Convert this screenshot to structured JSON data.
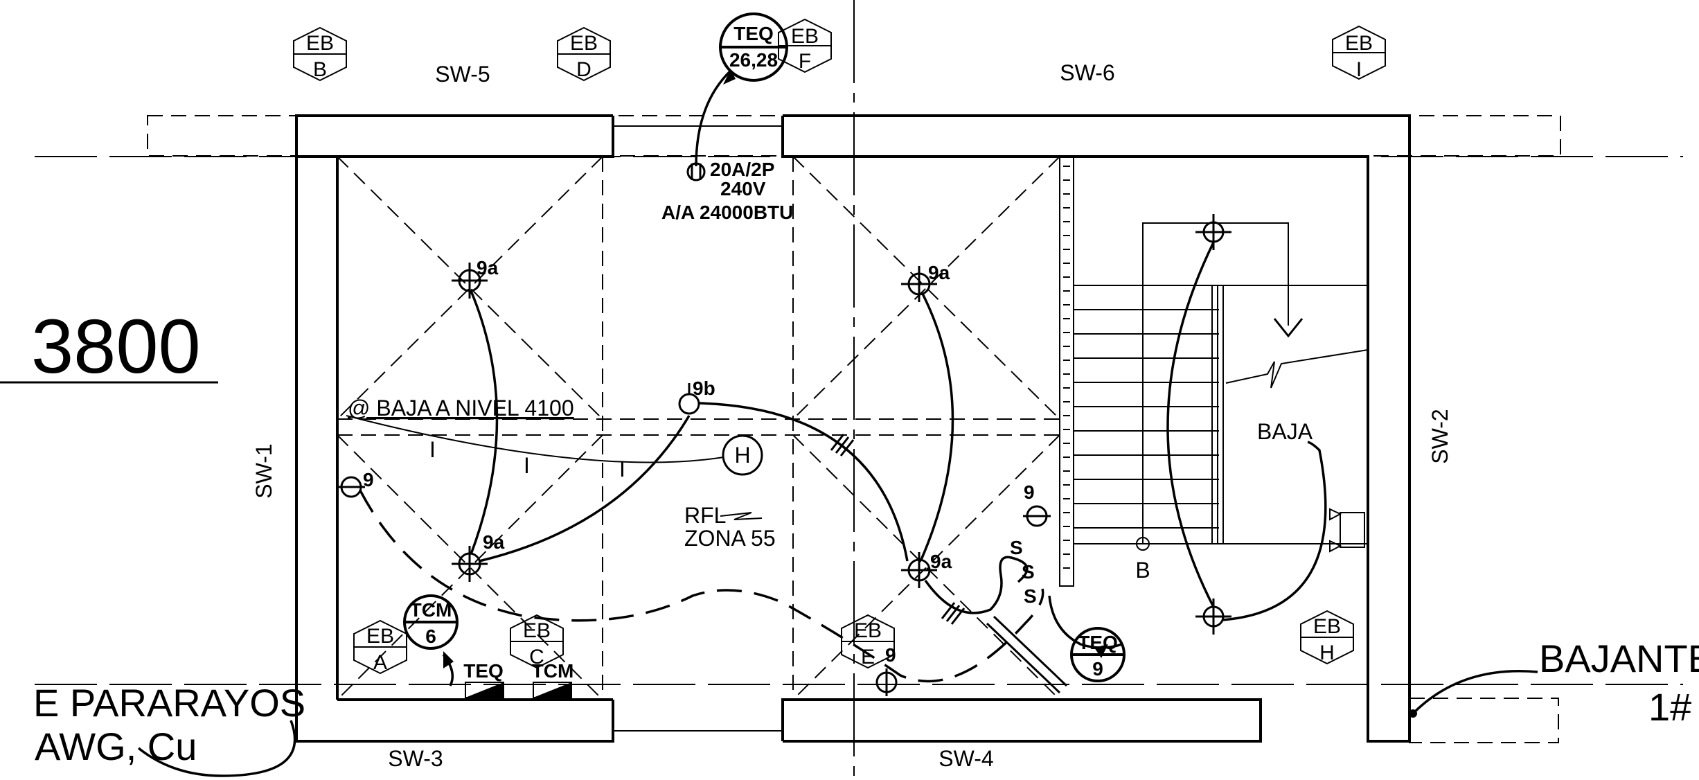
{
  "dimension": "3800",
  "sheer_walls": {
    "sw5": "SW-5",
    "sw6": "SW-6",
    "sw1": "SW-1",
    "sw2": "SW-2",
    "sw3": "SW-3",
    "sw4": "SW-4"
  },
  "eb_tags": [
    {
      "top": "EB",
      "bottom": "B"
    },
    {
      "top": "EB",
      "bottom": "D"
    },
    {
      "top": "EB",
      "bottom": "F"
    },
    {
      "top": "EB",
      "bottom": "I"
    },
    {
      "top": "EB",
      "bottom": "A"
    },
    {
      "top": "EB",
      "bottom": "C"
    },
    {
      "top": "EB",
      "bottom": "E"
    },
    {
      "top": "EB",
      "bottom": "H"
    }
  ],
  "panels": {
    "teq_top": {
      "name": "TEQ",
      "circuits": "26,28"
    },
    "tcm": {
      "name": "TCM",
      "circuits": "6"
    },
    "teq_right": {
      "name": "TEQ",
      "circuits": "9"
    }
  },
  "ac_outlet": {
    "breaker": "20A/2P",
    "voltage": "240V",
    "unit": "A/A 24000BTU"
  },
  "luminaires": {
    "l1": "9a",
    "l2": "9a",
    "l3": "9a",
    "l4": "9a",
    "l5": "9b"
  },
  "outlets": {
    "o1": "9",
    "o2": "9",
    "o3": "9"
  },
  "notes": {
    "baja_nivel": "@ BAJA A NIVEL 4100",
    "rfl": "RFL",
    "zona": "ZONA 55",
    "baja": "BAJA",
    "b_label": "B",
    "h_label": "H",
    "wire_i1": "I",
    "wire_i2": "I",
    "wire_i3": "I",
    "switch_s1": "S",
    "switch_s2": "S",
    "switch_s3": "S"
  },
  "floor_tags": {
    "teq": "TEQ",
    "tcm": "TCM"
  },
  "lightning": {
    "left_line1": "E PARARAYOS",
    "left_line2": "AWG, Cu",
    "right_line1": "BAJANTE",
    "right_line2": "1#"
  }
}
